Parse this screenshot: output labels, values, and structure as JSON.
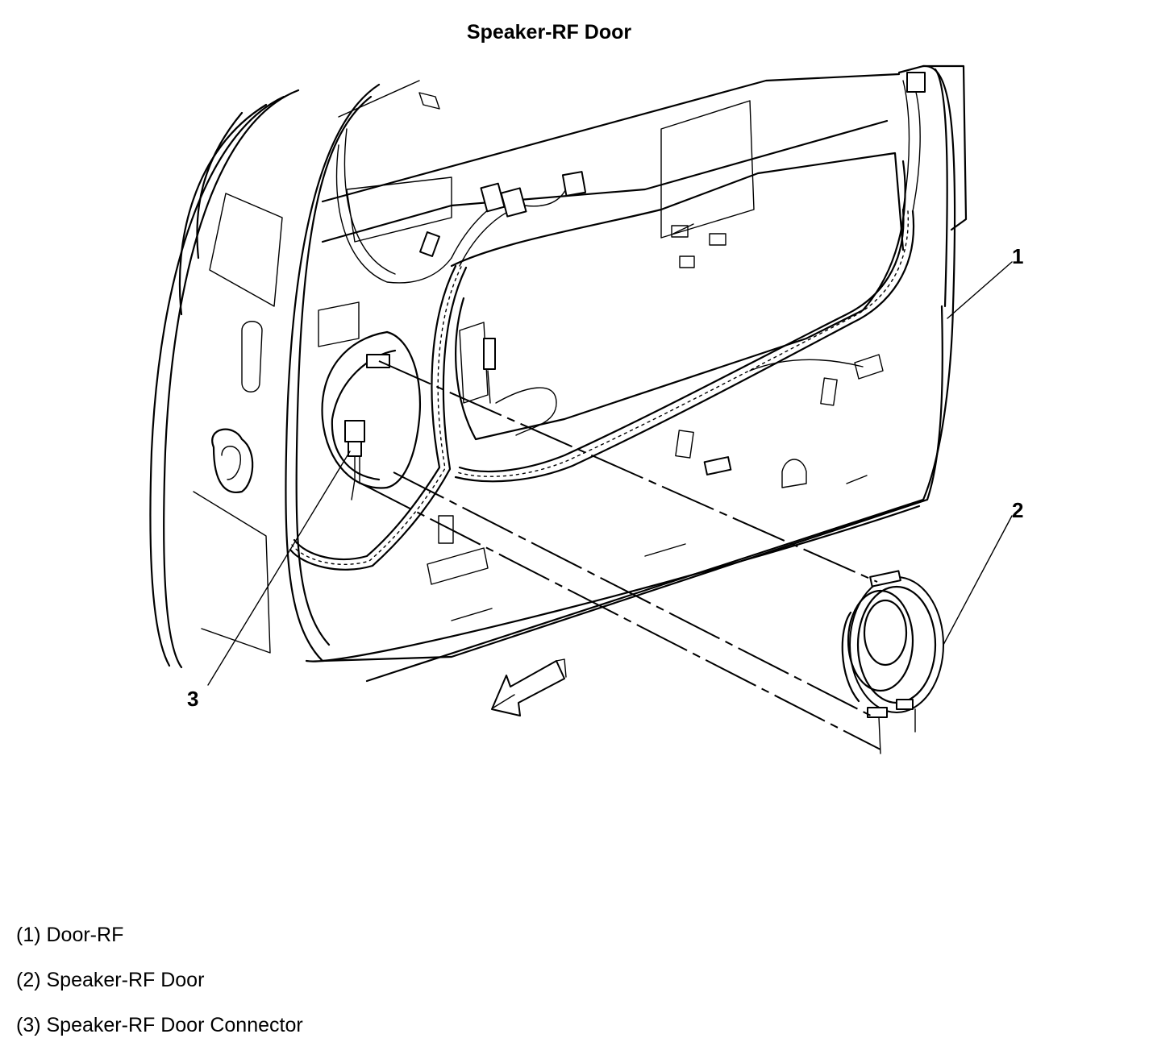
{
  "title": "Speaker-RF Door",
  "callouts": {
    "c1": "1",
    "c2": "2",
    "c3": "3"
  },
  "legend": [
    {
      "label": "(1) Door-RF"
    },
    {
      "label": "(2) Speaker-RF Door"
    },
    {
      "label": "(3) Speaker-RF Door Connector"
    }
  ],
  "icons": {
    "direction_arrow": "front-direction-arrow-icon"
  }
}
